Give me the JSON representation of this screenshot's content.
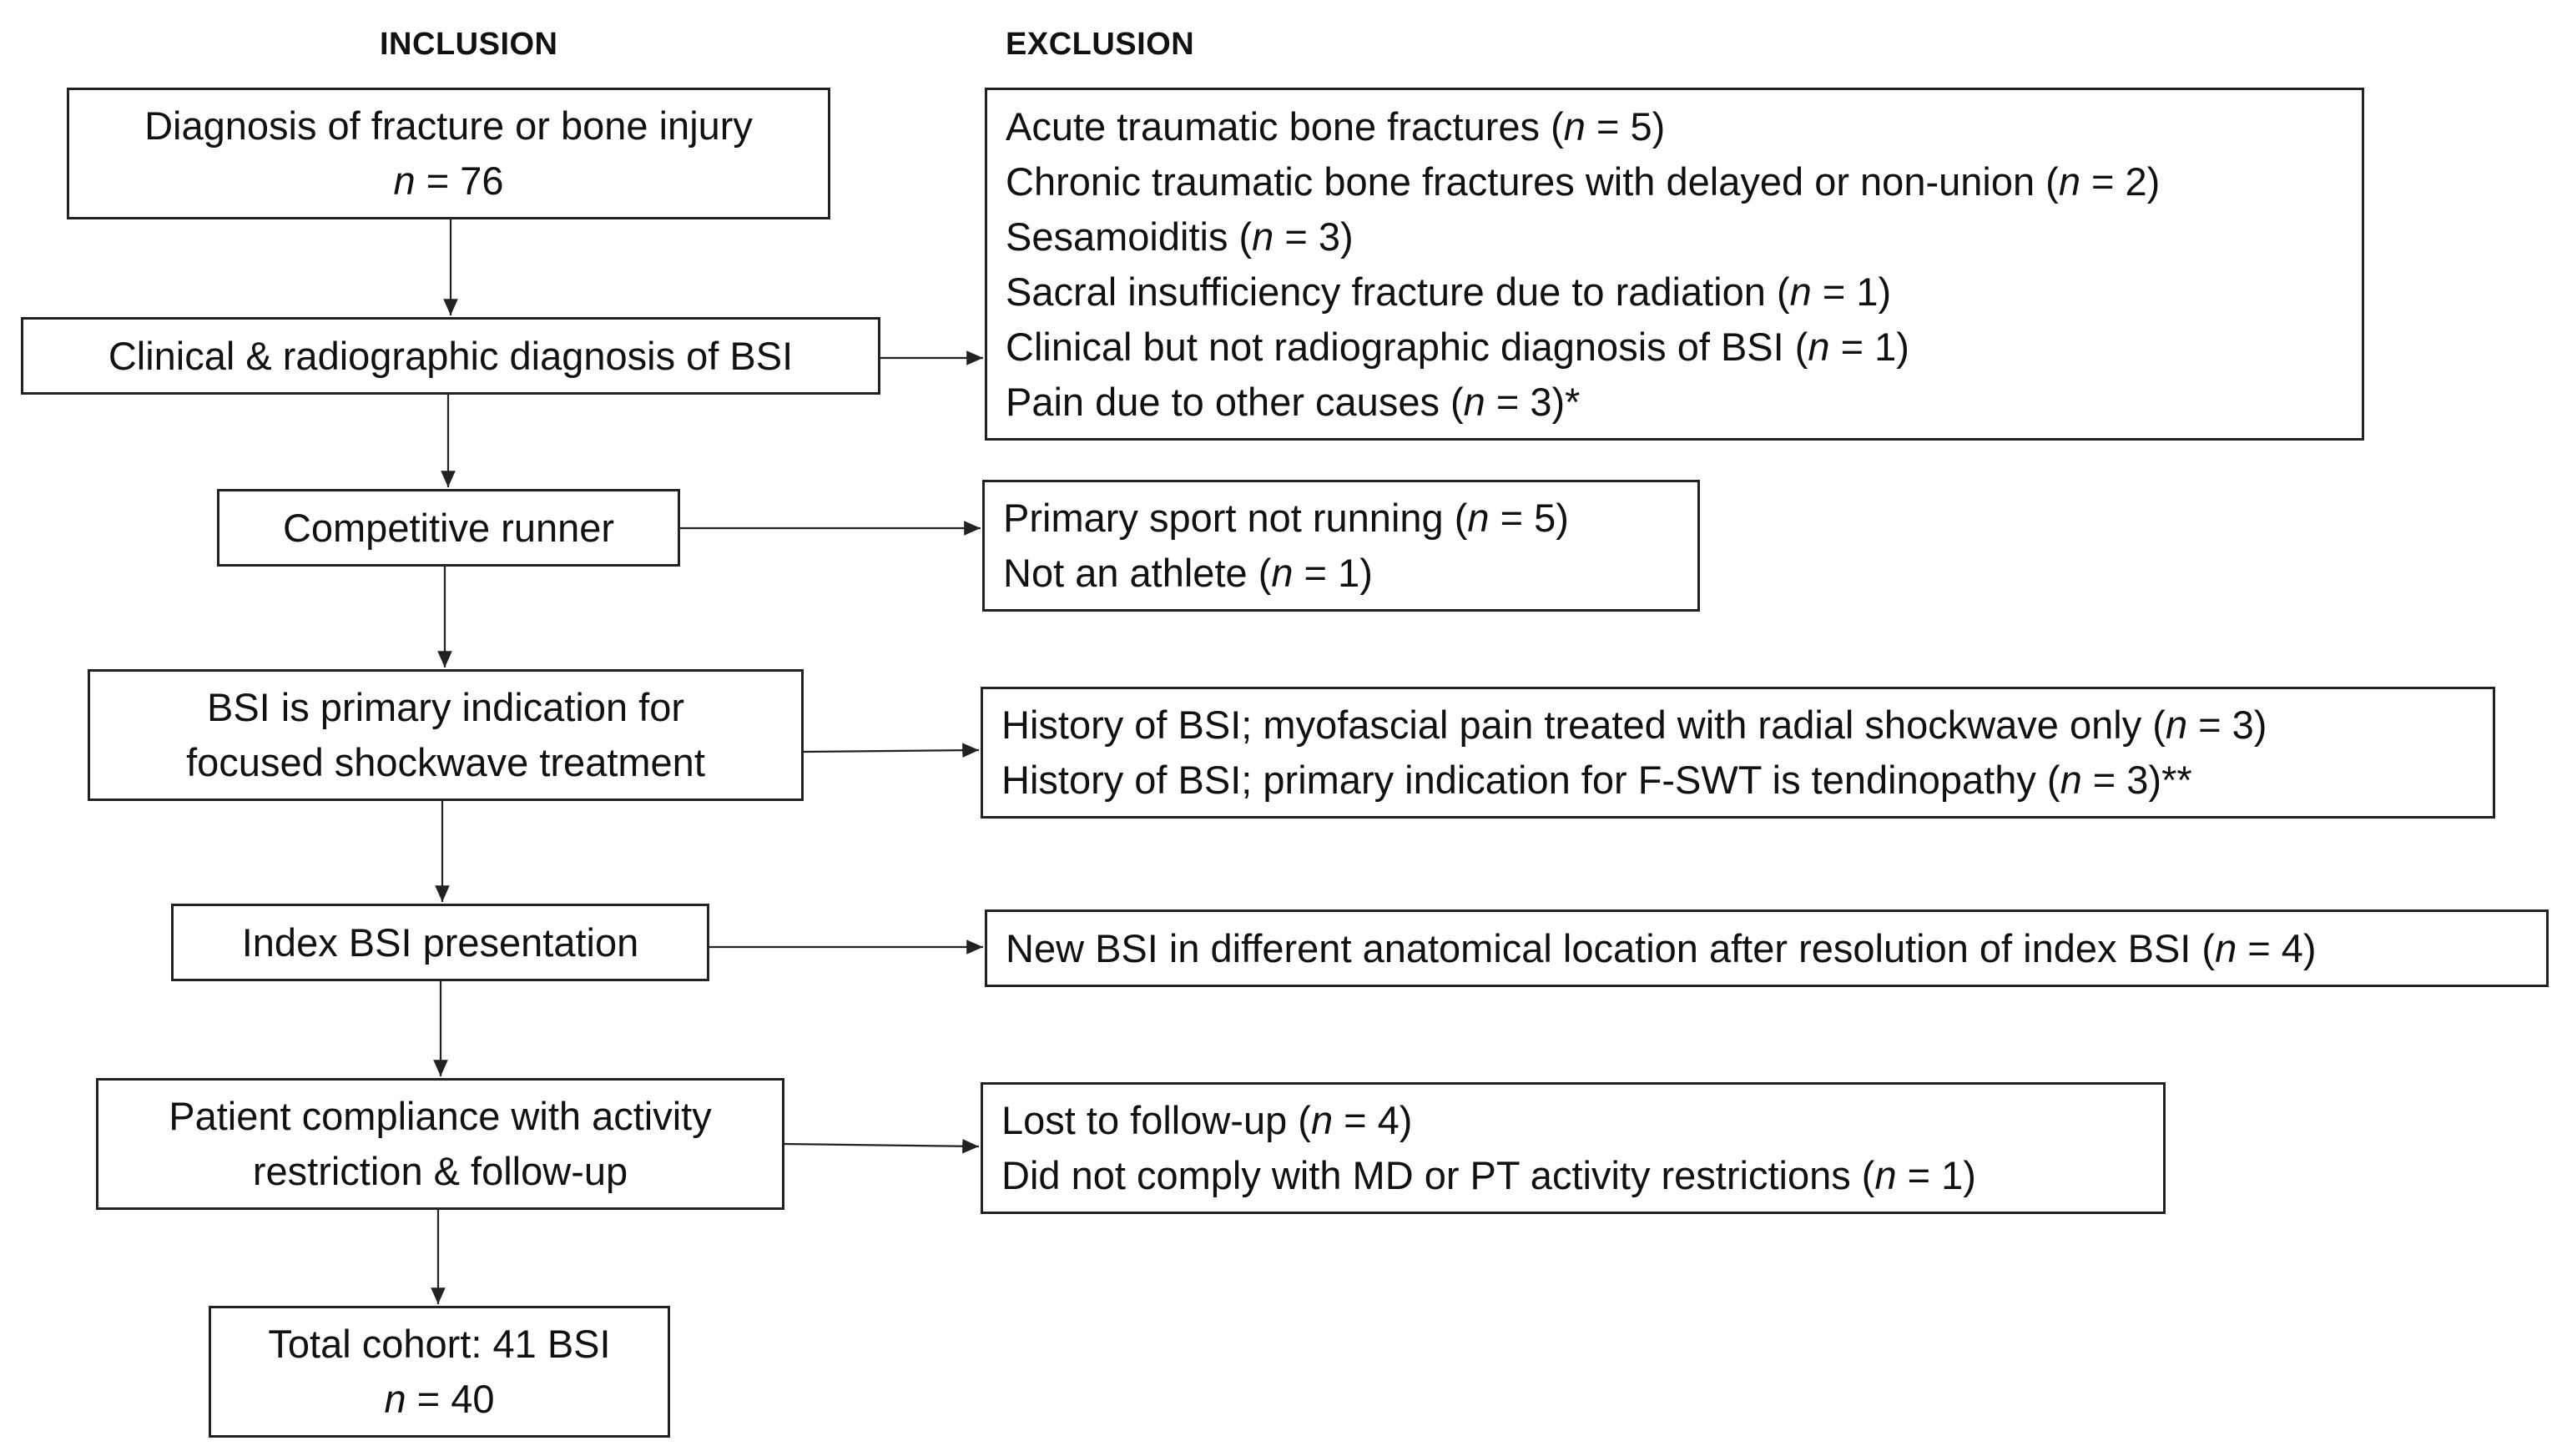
{
  "headers": {
    "inclusion": "INCLUSION",
    "exclusion": "EXCLUSION"
  },
  "inclusion_steps": [
    {
      "lines": [
        {
          "pre": "Diagnosis of fracture or bone injury"
        },
        {
          "n": "n",
          "post": " = 76"
        }
      ]
    },
    {
      "lines": [
        {
          "pre": "Clinical & radiographic diagnosis of BSI"
        }
      ]
    },
    {
      "lines": [
        {
          "pre": "Competitive runner"
        }
      ]
    },
    {
      "lines": [
        {
          "pre": "BSI is primary indication for"
        },
        {
          "pre": "focused shockwave treatment"
        }
      ]
    },
    {
      "lines": [
        {
          "pre": "Index BSI presentation"
        }
      ]
    },
    {
      "lines": [
        {
          "pre": "Patient compliance with activity"
        },
        {
          "pre": "restriction & follow-up"
        }
      ]
    },
    {
      "lines": [
        {
          "pre": "Total cohort: 41 BSI"
        },
        {
          "n": "n",
          "post": " = 40"
        }
      ]
    }
  ],
  "exclusion_boxes": [
    {
      "lines": [
        {
          "pre": "Acute traumatic bone fractures (",
          "n": "n",
          "post": " = 5)"
        },
        {
          "pre": "Chronic traumatic bone fractures with delayed or non-union (",
          "n": "n",
          "post": " = 2)"
        },
        {
          "pre": "Sesamoiditis (",
          "n": "n",
          "post": " = 3)"
        },
        {
          "pre": "Sacral insufficiency fracture due to radiation (",
          "n": "n",
          "post": " = 1)"
        },
        {
          "pre": "Clinical but not radiographic diagnosis of BSI (",
          "n": "n",
          "post": " = 1)"
        },
        {
          "pre": "Pain due to other causes (",
          "n": "n",
          "post": " = 3)*"
        }
      ]
    },
    {
      "lines": [
        {
          "pre": "Primary sport not running (",
          "n": "n",
          "post": " = 5)"
        },
        {
          "pre": "Not an athlete (",
          "n": "n",
          "post": " = 1)"
        }
      ]
    },
    {
      "lines": [
        {
          "pre": "History of BSI; myofascial pain treated with radial shockwave only (",
          "n": "n",
          "post": " = 3)"
        },
        {
          "pre": "History of BSI; primary indication for F-SWT is tendinopathy (",
          "n": "n",
          "post": " = 3)**"
        }
      ]
    },
    {
      "lines": [
        {
          "pre": "New BSI in different anatomical location after resolution of index BSI (",
          "n": "n",
          "post": " = 4)"
        }
      ]
    },
    {
      "lines": [
        {
          "pre": "Lost to follow-up (",
          "n": "n",
          "post": " = 4)"
        },
        {
          "pre": "Did not comply with MD or PT activity restrictions (",
          "n": "n",
          "post": " = 1)"
        }
      ]
    }
  ]
}
